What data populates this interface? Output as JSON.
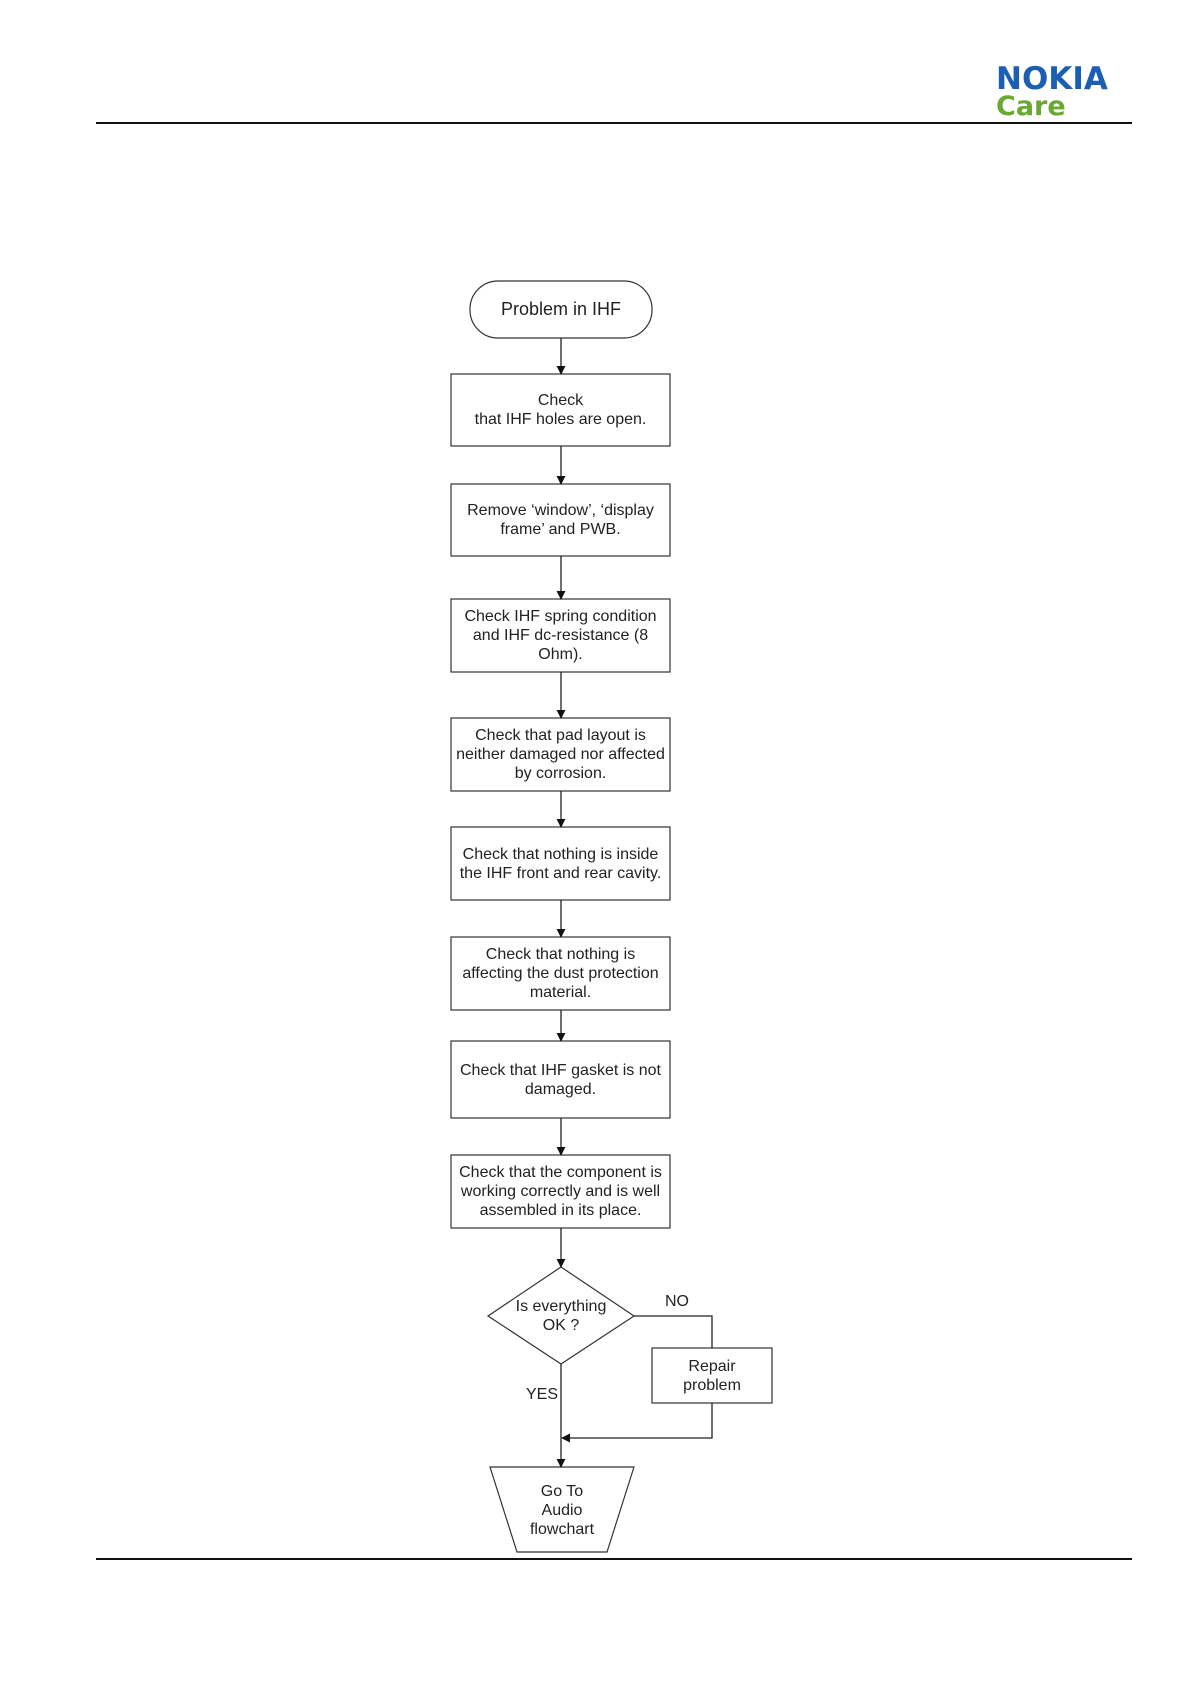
{
  "header": {
    "brand": "NOKIA",
    "sub_brand": "Care",
    "brand_color": "#1a5fb4",
    "sub_brand_color": "#6aa832"
  },
  "flowchart": {
    "start": "Problem in IHF",
    "steps": [
      "Check\nthat IHF holes are open.",
      "Remove ‘window’, ‘display frame’ and PWB.",
      "Check IHF spring condition and IHF dc-resistance (8 Ohm).",
      "Check that pad layout is neither damaged nor affected by corrosion.",
      "Check that nothing is inside the IHF front and rear cavity.",
      "Check  that nothing is affecting the dust protection material.",
      "Check that IHF gasket is not damaged.",
      "Check that the component is working correctly and is well assembled in its place."
    ],
    "decision": "Is everything OK ?",
    "no_label": "NO",
    "yes_label": "YES",
    "repair": "Repair problem",
    "end": "Go To Audio flowchart"
  }
}
